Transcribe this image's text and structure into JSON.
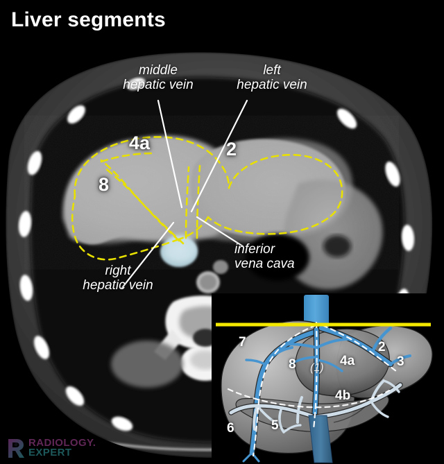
{
  "title": "Liver segments",
  "modality": "axial contrast-enhanced CT of the upper abdomen",
  "colors": {
    "segment_outline": "#e8e000",
    "leader_line": "#ffffff",
    "label_text": "#ffffff",
    "inset_vein": "#4a9fd8",
    "inset_ivc": "#4a9fd8",
    "slice_level_line": "#f2e800",
    "background": "#000000",
    "watermark_purple": "#9b3f8c",
    "watermark_teal": "#2f8f93"
  },
  "ct": {
    "labels": [
      {
        "id": "middle-hepatic-vein",
        "text": "middle\nhepatic vein"
      },
      {
        "id": "left-hepatic-vein",
        "text": "left\nhepatic vein"
      },
      {
        "id": "right-hepatic-vein",
        "text": "right\nhepatic vein"
      },
      {
        "id": "inferior-vena-cava",
        "text": "inferior\nvena cava"
      }
    ],
    "segments": [
      {
        "id": "segment-4a",
        "label": "4a"
      },
      {
        "id": "segment-8",
        "label": "8"
      },
      {
        "id": "segment-2",
        "label": "2"
      }
    ]
  },
  "inset": {
    "caption": "3D liver diagram with Couinaud segments and slice level",
    "slice_line_label": "",
    "segments": [
      {
        "id": "inset-segment-7",
        "label": "7"
      },
      {
        "id": "inset-segment-8",
        "label": "8"
      },
      {
        "id": "inset-segment-1",
        "label": "(1)"
      },
      {
        "id": "inset-segment-4a",
        "label": "4a"
      },
      {
        "id": "inset-segment-2",
        "label": "2"
      },
      {
        "id": "inset-segment-3",
        "label": "3"
      },
      {
        "id": "inset-segment-4b",
        "label": "4b"
      },
      {
        "id": "inset-segment-5",
        "label": "5"
      },
      {
        "id": "inset-segment-6",
        "label": "6"
      }
    ]
  },
  "watermark": {
    "line1": "RADIOLOGY.",
    "line2": "EXPERT"
  }
}
